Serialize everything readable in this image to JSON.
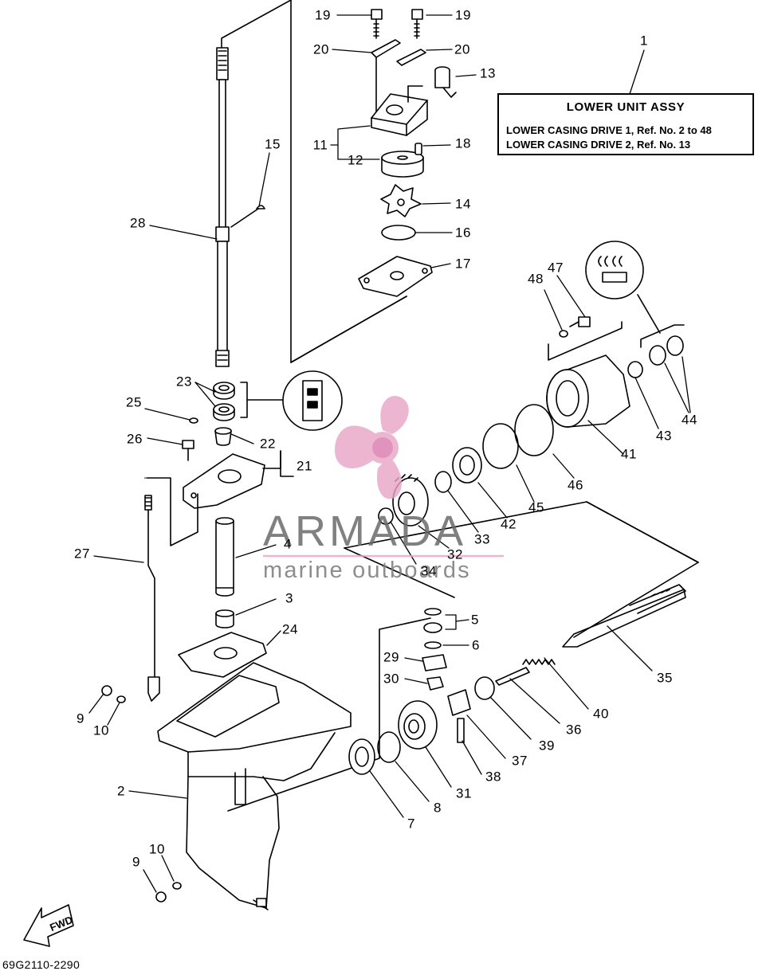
{
  "title_box": {
    "title": "LOWER UNIT ASSY",
    "line1": "LOWER CASING DRIVE 1, Ref. No. 2 to 48",
    "line2": "LOWER CASING DRIVE 2, Ref. No. 13"
  },
  "callouts": [
    "19",
    "19",
    "20",
    "20",
    "1",
    "13",
    "11",
    "18",
    "12",
    "15",
    "14",
    "28",
    "16",
    "17",
    "47",
    "48",
    "23",
    "25",
    "22",
    "26",
    "21",
    "43",
    "44",
    "41",
    "46",
    "45",
    "42",
    "33",
    "32",
    "34",
    "27",
    "4",
    "3",
    "5",
    "24",
    "6",
    "29",
    "35",
    "30",
    "40",
    "9",
    "10",
    "36",
    "39",
    "37",
    "38",
    "31",
    "2",
    "8",
    "7",
    "9",
    "10"
  ],
  "fwd_label": "FWD",
  "diagram_code": "69G2110-2290",
  "watermark": {
    "brand": "ARMADA",
    "tagline": "marine outboards",
    "logo_color": "#e8a3c5",
    "text_color": "#6b6b6b"
  }
}
